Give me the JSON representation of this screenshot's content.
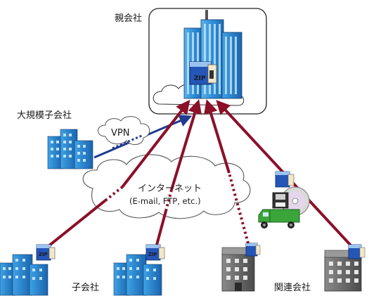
{
  "diagram": {
    "labels": {
      "parent_company": "親会社",
      "large_subsidiary": "大規模子会社",
      "vpn": "VPN",
      "internet": "インターネット",
      "internet_protocols": "(E-mail, FTP, etc.)",
      "subsidiaries": "子会社",
      "affiliates": "関連会社",
      "zip_badge": "ZIP"
    },
    "colors": {
      "connection_line": "#8b1028",
      "vpn_line": "#1f3c8f",
      "building_blue": "#2f8fd8",
      "building_light": "#a8d4f0",
      "building_dark": "#1b5fa3",
      "gray_building": "#6d6d6d",
      "truck_green": "#3aa63a",
      "badge_blue": "#2456b8",
      "badge_red": "#c8102e",
      "cloud_stroke": "#555555"
    },
    "nodes": [
      "parent-company",
      "large-subsidiary",
      "subsidiary-1",
      "subsidiary-2",
      "affiliate-1",
      "affiliate-2",
      "delivery-truck"
    ]
  }
}
